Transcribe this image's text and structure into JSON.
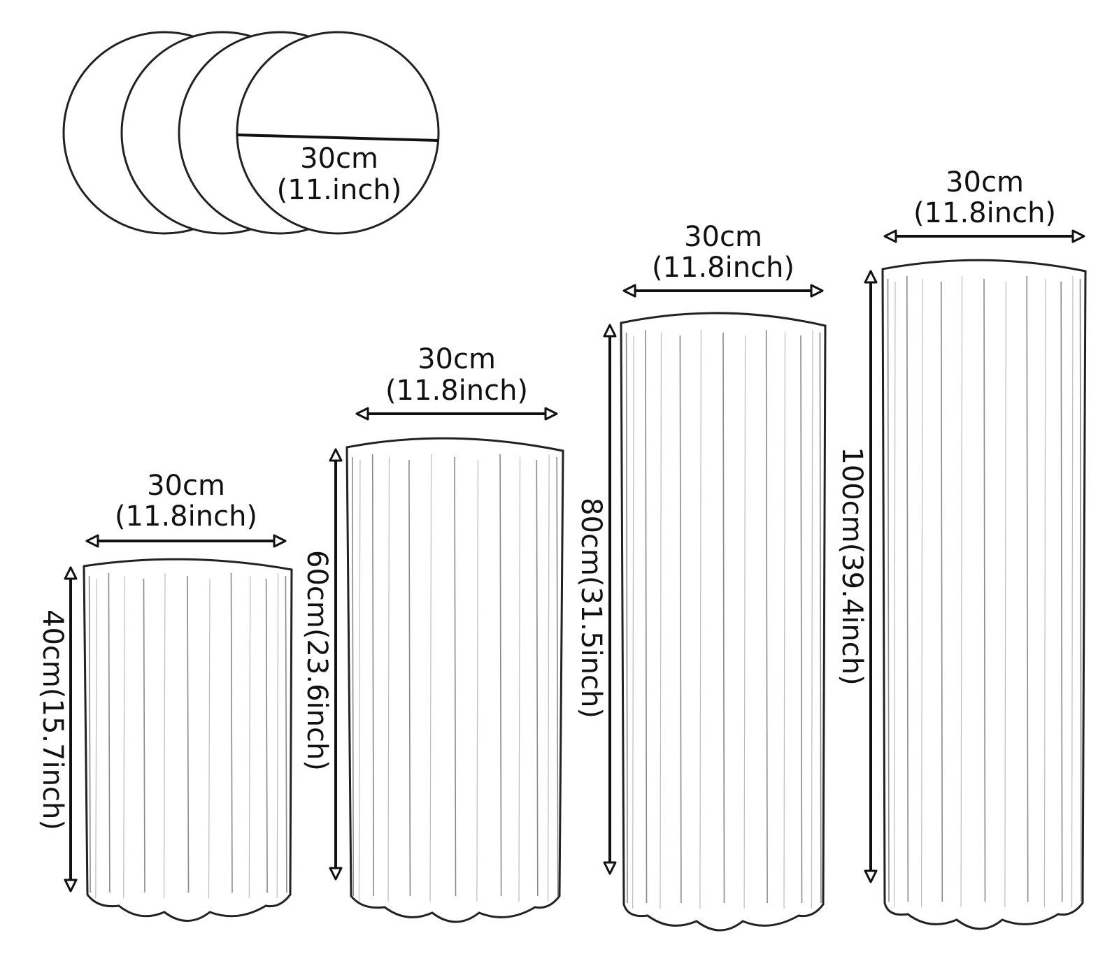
{
  "disc": {
    "width_cm": "30cm",
    "width_in": "(11.inch)"
  },
  "columns": [
    {
      "width_cm": "30cm",
      "width_in": "(11.8inch)",
      "height_label": "40cm(15.7inch)"
    },
    {
      "width_cm": "30cm",
      "width_in": "(11.8inch)",
      "height_label": "60cm(23.6inch)"
    },
    {
      "width_cm": "30cm",
      "width_in": "(11.8inch)",
      "height_label": "80cm(31.5inch)"
    },
    {
      "width_cm": "30cm",
      "width_in": "(11.8inch)",
      "height_label": "100cm(39.4inch)"
    }
  ]
}
